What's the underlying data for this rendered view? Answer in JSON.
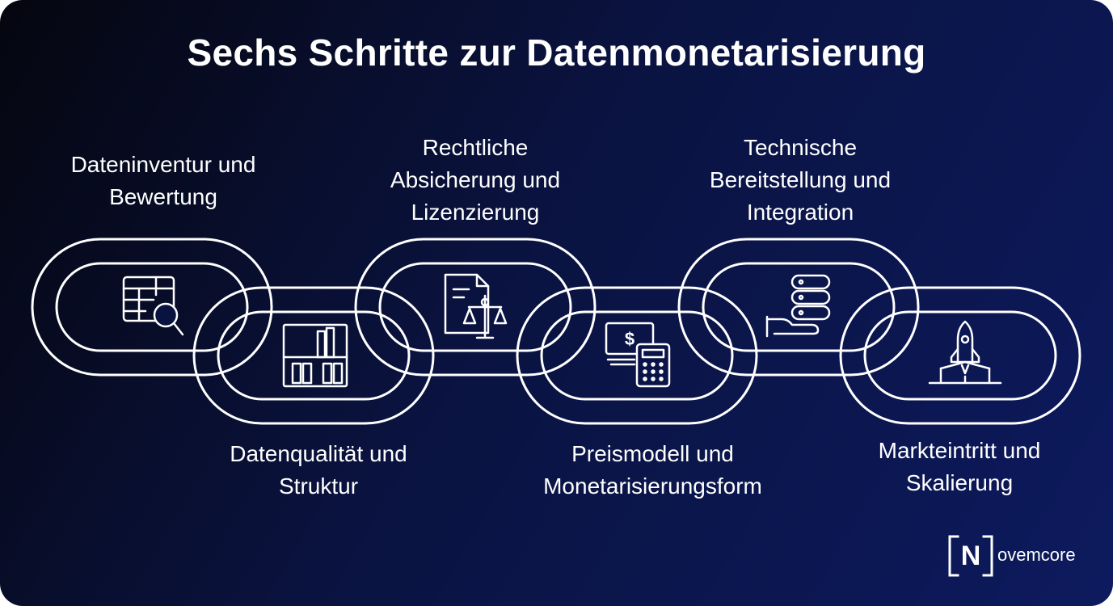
{
  "title": "Sechs Schritte zur Datenmonetarisierung",
  "steps": [
    {
      "label": "Dateninventur und\nBewertung",
      "icon": "table-search-icon"
    },
    {
      "label": "Datenqualität und\nStruktur",
      "icon": "bookshelf-icon"
    },
    {
      "label": "Rechtliche\nAbsicherung und\nLizenzierung",
      "icon": "document-scales-icon"
    },
    {
      "label": "Preismodell und\nMonetarisierungsform",
      "icon": "money-calculator-icon"
    },
    {
      "label": "Technische\nBereitstellung und\nIntegration",
      "icon": "server-hand-icon"
    },
    {
      "label": "Markteintritt und\nSkalierung",
      "icon": "rocket-launch-icon"
    }
  ],
  "logo": {
    "letter": "N",
    "text": "ovemcore"
  },
  "colors": {
    "background_start": "#05060f",
    "background_end": "#0d1a5e",
    "foreground": "#ffffff"
  }
}
